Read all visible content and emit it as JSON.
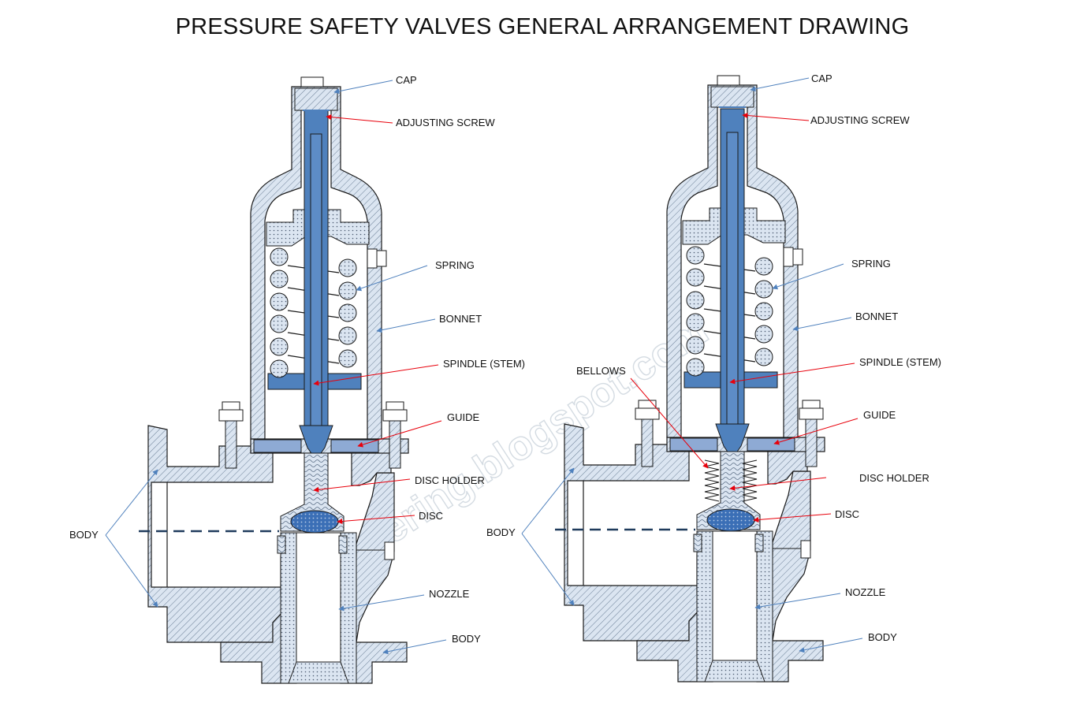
{
  "title": "PRESSURE SAFETY VALVES GENERAL ARRANGEMENT DRAWING",
  "watermark": "gengineering.blogspot.com",
  "colors": {
    "hatch_fill": "#dbe5f1",
    "dot_fill": "#dbe5f1",
    "part_blue": "#4f81bd",
    "disc_blue": "#3b6fb6",
    "leader_blue": "#4f81bd",
    "leader_red": "#e8000b",
    "outline": "#1a1a1a"
  },
  "left_valve": {
    "labels": {
      "cap": "CAP",
      "adjusting_screw": "ADJUSTING SCREW",
      "spring": "SPRING",
      "bonnet": "BONNET",
      "spindle": "SPINDLE (STEM)",
      "guide": "GUIDE",
      "disc_holder": "DISC HOLDER",
      "disc": "DISC",
      "body_left": "BODY",
      "nozzle": "NOZZLE",
      "body_bottom": "BODY"
    }
  },
  "right_valve": {
    "labels": {
      "cap": "CAP",
      "adjusting_screw": "ADJUSTING SCREW",
      "spring": "SPRING",
      "bonnet": "BONNET",
      "bellows": "BELLOWS",
      "spindle": "SPINDLE (STEM)",
      "guide": "GUIDE",
      "disc_holder": "DISC HOLDER",
      "disc": "DISC",
      "body_left": "BODY",
      "nozzle": "NOZZLE",
      "body_bottom": "BODY"
    }
  }
}
